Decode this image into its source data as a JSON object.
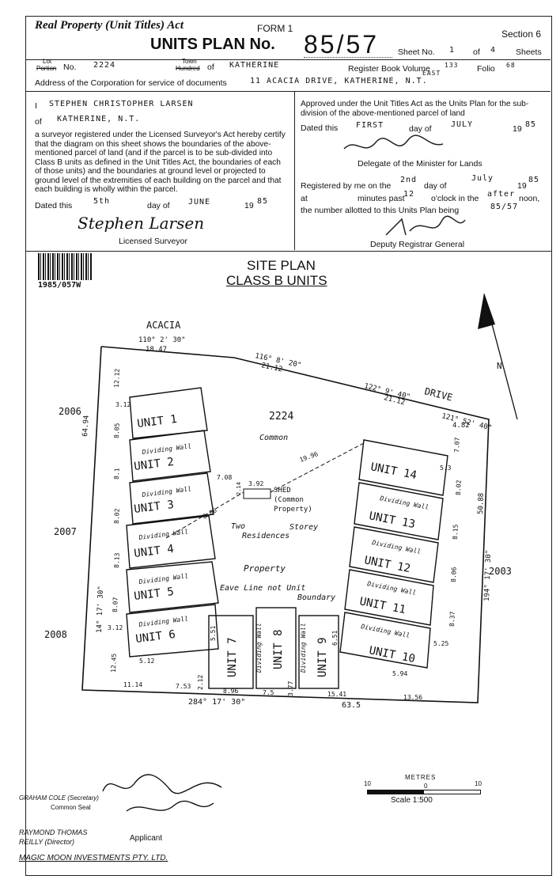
{
  "header": {
    "act_title": "Real Property (Unit Titles) Act",
    "form": "FORM 1",
    "section": "Section 6",
    "plan_label": "UNITS PLAN No.",
    "plan_number": "85/57",
    "sheet_label": "Sheet No.",
    "sheet_no": "1",
    "of_label": "of",
    "sheet_total": "4",
    "sheets_label": "Sheets"
  },
  "parcel": {
    "lot_label": "Lot",
    "portion_label": "Portion",
    "no_label": "No.",
    "lot_no": "2224",
    "town_label": "Town",
    "hundred_label": "Hundred",
    "of_label": "of",
    "town": "KATHERINE",
    "volume_label": "Register Book Volume",
    "volume": "133",
    "folio_label": "Folio",
    "folio": "68",
    "address_label": "Address of the Corporation for service of documents",
    "address": "11 ACACIA DRIVE, KATHERINE, N.T.",
    "address_insert": "EAST"
  },
  "surveyor": {
    "i_label": "I",
    "name": "STEPHEN CHRISTOPHER LARSEN",
    "of_label": "of",
    "place": "KATHERINE, N.T.",
    "certification": "a surveyor registered under the Licensed Surveyor's Act hereby certify that the diagram on this sheet shows the boundaries of the above-mentioned parcel of land (and if the parcel is to be sub-divided into Class B units as defined in the Unit Titles Act, the boundaries of each of those units) and the boundaries at ground level or projected to ground level of the extremities of each building on the parcel and that each building is wholly within the parcel.",
    "dated_label": "Dated this",
    "day": "5th",
    "day_of_label": "day of",
    "month": "JUNE",
    "year_prefix": "19",
    "year": "85",
    "signature": "Stephen Larsen",
    "role": "Licensed Surveyor"
  },
  "approval": {
    "text": "Approved under the Unit Titles Act as the Units Plan for the sub-division of the above-mentioned parcel of land",
    "dated_label": "Dated this",
    "day": "FIRST",
    "day_of_label": "day of",
    "month": "JULY",
    "year_prefix": "19",
    "year": "85",
    "delegate": "Delegate of the Minister for Lands",
    "registered_label": "Registered by me on the",
    "reg_day": "2nd",
    "reg_day_of": "day of",
    "reg_month": "July",
    "reg_year_prefix": "19",
    "reg_year": "85",
    "at_label": "at",
    "minutes_label": "minutes past",
    "hour": "12",
    "oclock_label": "o'clock in the",
    "period": "after",
    "noon_label": "noon,",
    "number_label": "the number allotted to this Units Plan being",
    "number": "85/57",
    "registrar": "Deputy Registrar General"
  },
  "barcode_text": "1985/057W",
  "plan": {
    "title1": "SITE PLAN",
    "title2": "CLASS B UNITS",
    "street1": "ACACIA",
    "street2": "DRIVE",
    "north": "N",
    "lot": "2224",
    "common": "Common",
    "property": "Property",
    "two_storey": "Two",
    "storey": "Storey",
    "residences": "Residences",
    "shed": "SHED",
    "shed_sub1": "(Common",
    "shed_sub2": "Property)",
    "eave_line": "Eave Line not Unit",
    "boundary": "Boundary",
    "dividing_wall": "Dividing Wall",
    "adj_2006": "2006",
    "adj_2007": "2007",
    "adj_2008": "2008",
    "adj_2003": "2003",
    "bearings": {
      "b1": "110° 2' 30\"",
      "b1d": "18.47",
      "b2": "116° 8' 20\"",
      "b2d": "21.12",
      "b3": "122° 9' 40\"",
      "b3d": "21.12",
      "b4": "121° 52' 40\"",
      "b4d": "4.82",
      "b5": "284° 17' 30\"",
      "b5d": "63.5",
      "b6": "14° 17' 30\"",
      "b7": "194° 17' 30\"",
      "d_left": "64.94",
      "d_right": "50.88"
    },
    "dims": [
      "12.12",
      "3.12",
      "8.05",
      "8.1",
      "8.02",
      "8.13",
      "8.07",
      "3.12",
      "12.45",
      "5.12",
      "11.14",
      "7.53",
      "2.12",
      "8.96",
      "7.5",
      "3.77",
      "15.41",
      "13.56",
      "5.94",
      "5.25",
      "8.37",
      "8.06",
      "8.15",
      "8.02",
      "5.3",
      "7.07",
      "7.08",
      "3.92",
      "2.14",
      "8.06",
      "19.96",
      "5.51",
      "6.51"
    ],
    "units": [
      "UNIT 1",
      "UNIT 2",
      "UNIT 3",
      "UNIT 4",
      "UNIT 5",
      "UNIT 6",
      "UNIT 7",
      "UNIT 8",
      "UNIT 9",
      "UNIT 10",
      "UNIT 11",
      "UNIT 12",
      "UNIT 13",
      "UNIT 14"
    ]
  },
  "scale": {
    "metres": "METRES",
    "left": "10",
    "mid": "0",
    "right": "10",
    "label": "Scale 1:500"
  },
  "applicant": {
    "name1": "GRAHAM COLE (Secretary)",
    "seal": "Common Seal",
    "name2": "RAYMOND THOMAS",
    "name2b": "REILLY (Director)",
    "label": "Applicant",
    "company": "MAGIC MOON INVESTMENTS PTY. LTD."
  }
}
